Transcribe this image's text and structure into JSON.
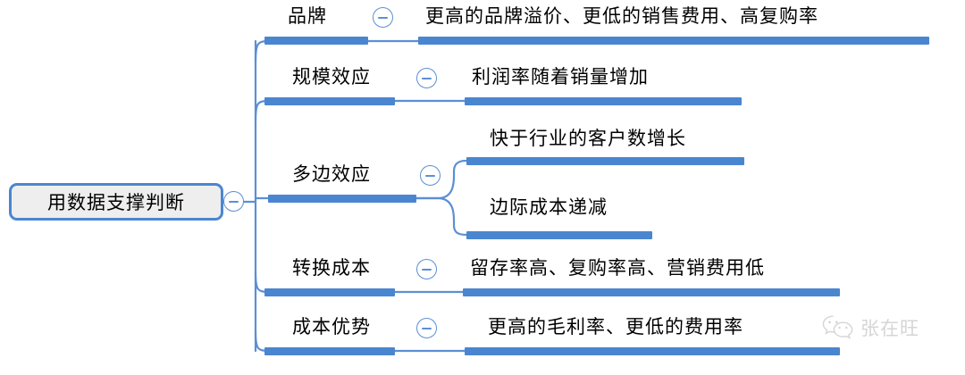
{
  "diagram": {
    "type": "mind-map",
    "title": "用数据支撑判断",
    "accent_color": "#4a86d0",
    "toggle_color": "#5b8fd4",
    "root_fill": "#eeeeee",
    "background": "#ffffff",
    "root": {
      "label": "用数据支撑判断",
      "toggle": "collapse-minus-icon"
    },
    "branches": [
      {
        "label": "品牌",
        "toggle": "collapse-minus-icon",
        "children": [
          {
            "label": "更高的品牌溢价、更低的销售费用、高复购率"
          }
        ]
      },
      {
        "label": "规模效应",
        "toggle": "collapse-minus-icon",
        "children": [
          {
            "label": "利润率随着销量增加"
          }
        ]
      },
      {
        "label": "多边效应",
        "toggle": "collapse-minus-icon",
        "children": [
          {
            "label": "快于行业的客户数增长"
          },
          {
            "label": "边际成本递减"
          }
        ]
      },
      {
        "label": "转换成本",
        "toggle": "collapse-minus-icon",
        "children": [
          {
            "label": "留存率高、复购率高、营销费用低"
          }
        ]
      },
      {
        "label": "成本优势",
        "toggle": "collapse-minus-icon",
        "children": [
          {
            "label": "更高的毛利率、更低的费用率"
          }
        ]
      }
    ]
  },
  "watermark": {
    "icon": "wechat-icon",
    "text": "张在旺"
  }
}
